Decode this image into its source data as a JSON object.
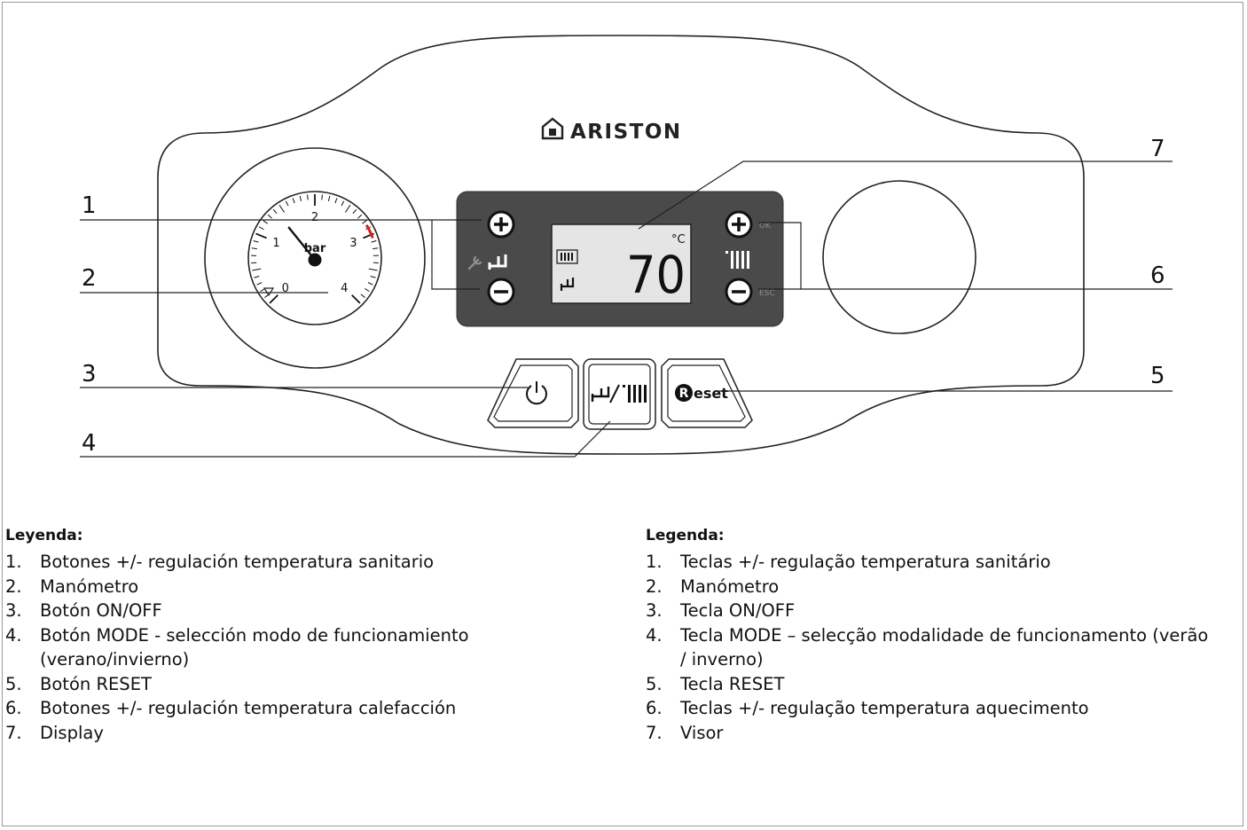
{
  "brand": "ARISTON",
  "gauge": {
    "unit": "bar",
    "scale": [
      "0",
      "1",
      "2",
      "3",
      "4"
    ],
    "pressure_bar": 1.4
  },
  "display": {
    "temperature": "70",
    "unit": "°C"
  },
  "side_labels": {
    "ok": "OK",
    "esc": "ESC"
  },
  "reset_label": "eset",
  "callouts": [
    "1",
    "2",
    "3",
    "4",
    "5",
    "6",
    "7"
  ],
  "legend_es": {
    "title": "Leyenda:",
    "items": [
      {
        "num": "1.",
        "text": "Botones +/-  regulación temperatura sanitario"
      },
      {
        "num": "2.",
        "text": "Manómetro"
      },
      {
        "num": "3.",
        "text": "Botón ON/OFF"
      },
      {
        "num": "4.",
        "text": "Botón MODE - selección modo de funcionamiento (verano/invierno)"
      },
      {
        "num": "5.",
        "text": "Botón RESET"
      },
      {
        "num": "6.",
        "text": "Botones +/-  regulación temperatura calefacción"
      },
      {
        "num": "7.",
        "text": "Display"
      }
    ]
  },
  "legend_pt": {
    "title": "Legenda:",
    "items": [
      {
        "num": "1.",
        "text": "Teclas +/-  regulação temperatura sanitário"
      },
      {
        "num": "2.",
        "text": "Manómetro"
      },
      {
        "num": "3.",
        "text": "Tecla ON/OFF"
      },
      {
        "num": "4.",
        "text": "Tecla MODE – selecção modalidade de funcionamento  (verão / inverno)"
      },
      {
        "num": "5.",
        "text": "Tecla RESET"
      },
      {
        "num": "6.",
        "text": "Teclas +/-  regulação temperatura aquecimento"
      },
      {
        "num": "7.",
        "text": "Visor"
      }
    ]
  }
}
